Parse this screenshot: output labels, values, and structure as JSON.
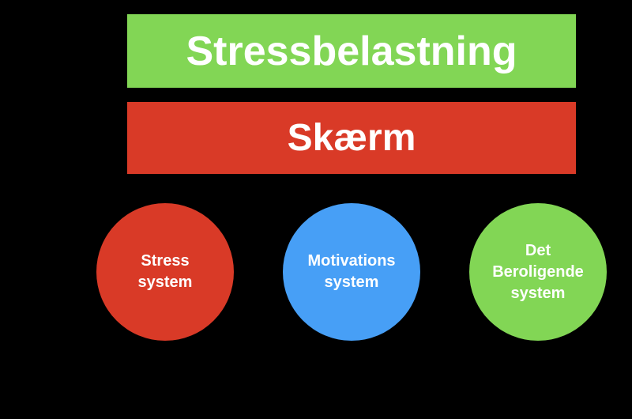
{
  "banners": {
    "top": "Stressbelastning",
    "middle": "Skærm"
  },
  "systems": [
    {
      "lines": [
        "Stress",
        "system"
      ],
      "color": "#d93a27"
    },
    {
      "lines": [
        "Motivations",
        "system"
      ],
      "color": "#479ff6"
    },
    {
      "lines": [
        "Det",
        "Beroligende",
        "system"
      ],
      "color": "#82d655"
    }
  ],
  "colors": {
    "green": "#82d655",
    "red": "#d93a27",
    "blue": "#479ff6",
    "background": "#000000"
  }
}
